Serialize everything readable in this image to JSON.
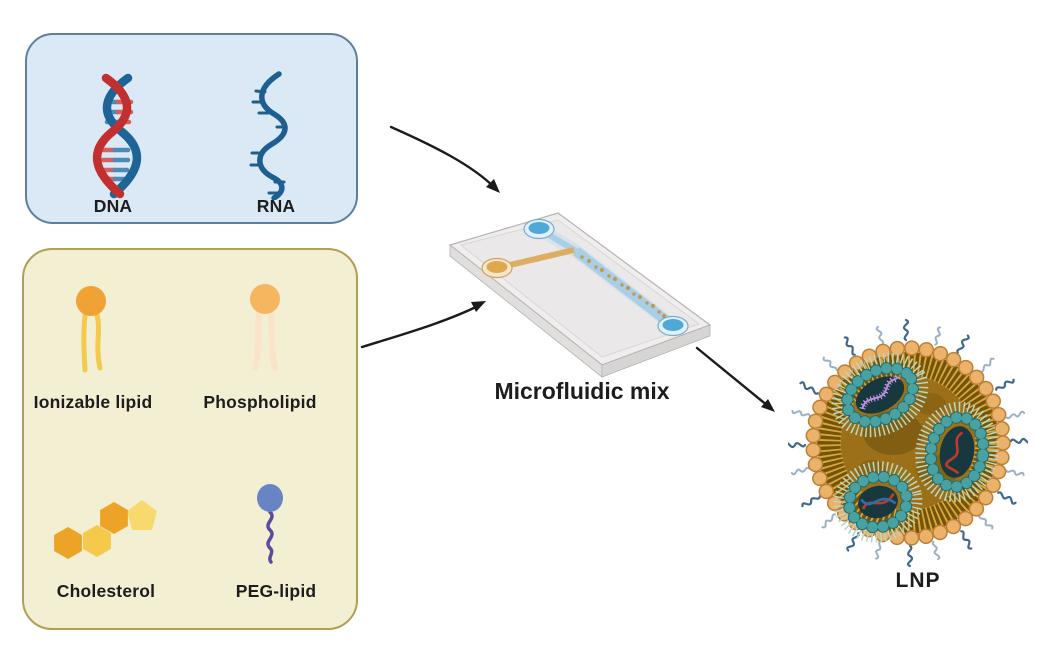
{
  "nucleic_acid_panel": {
    "fill": "#dbe9f6",
    "border": "#5d7f9e",
    "items": [
      {
        "label": "DNA",
        "icon": "dna-double-helix-icon"
      },
      {
        "label": "RNA",
        "icon": "rna-strand-icon"
      }
    ]
  },
  "lipid_panel": {
    "fill": "#f3efd2",
    "border": "#b19f55",
    "items": [
      {
        "label": "Ionizable lipid",
        "icon": "ionizable-lipid-icon"
      },
      {
        "label": "Phospholipid",
        "icon": "phospholipid-icon"
      },
      {
        "label": "Cholesterol",
        "icon": "cholesterol-icon"
      },
      {
        "label": "PEG-lipid",
        "icon": "peg-lipid-icon"
      }
    ]
  },
  "process": {
    "label": "Microfluidic mix",
    "icon": "microfluidic-chip-icon"
  },
  "product": {
    "label": "LNP",
    "icon": "lipid-nanoparticle-icon"
  },
  "colors": {
    "text": "#1d1d1d",
    "arrow": "#1b1b1b",
    "dna_blue": "#1f6496",
    "dna_red": "#c22f2f",
    "rna_blue": "#1d5f90",
    "ionizable_head": "#f1a235",
    "ionizable_tail": "#f3c94e",
    "phospholipid_head": "#f6b65f",
    "phospholipid_tail": "#fae3c9",
    "cholesterol_orange": "#eda426",
    "cholesterol_yellow": "#f6c94a",
    "cholesterol_light": "#f8d96e",
    "peg_head": "#6784c5",
    "peg_tail": "#584ca0",
    "chip_body": "#efedee",
    "chip_channel_blue": "#a9cfe7",
    "chip_channel_orange": "#dcae62",
    "port_blue": "#4ea9d9",
    "port_orange": "#dfa750",
    "lnp_bead": "#eab26a",
    "lnp_bead_outline": "#bd7f35",
    "lnp_spike": "#d8a83d",
    "lnp_core": "#9c7019",
    "lnp_core_ring": "#745408",
    "micelle_teal": "#49a1a1",
    "micelle_core": "#17383f",
    "micelle_spike": "#b7d8c7",
    "peg_corona_dark": "#40688f",
    "peg_corona_light": "#9bb0c8",
    "cargo_pink": "#c08ae0",
    "cargo_red": "#c0392b",
    "cargo_blue": "#2f6ea6"
  }
}
